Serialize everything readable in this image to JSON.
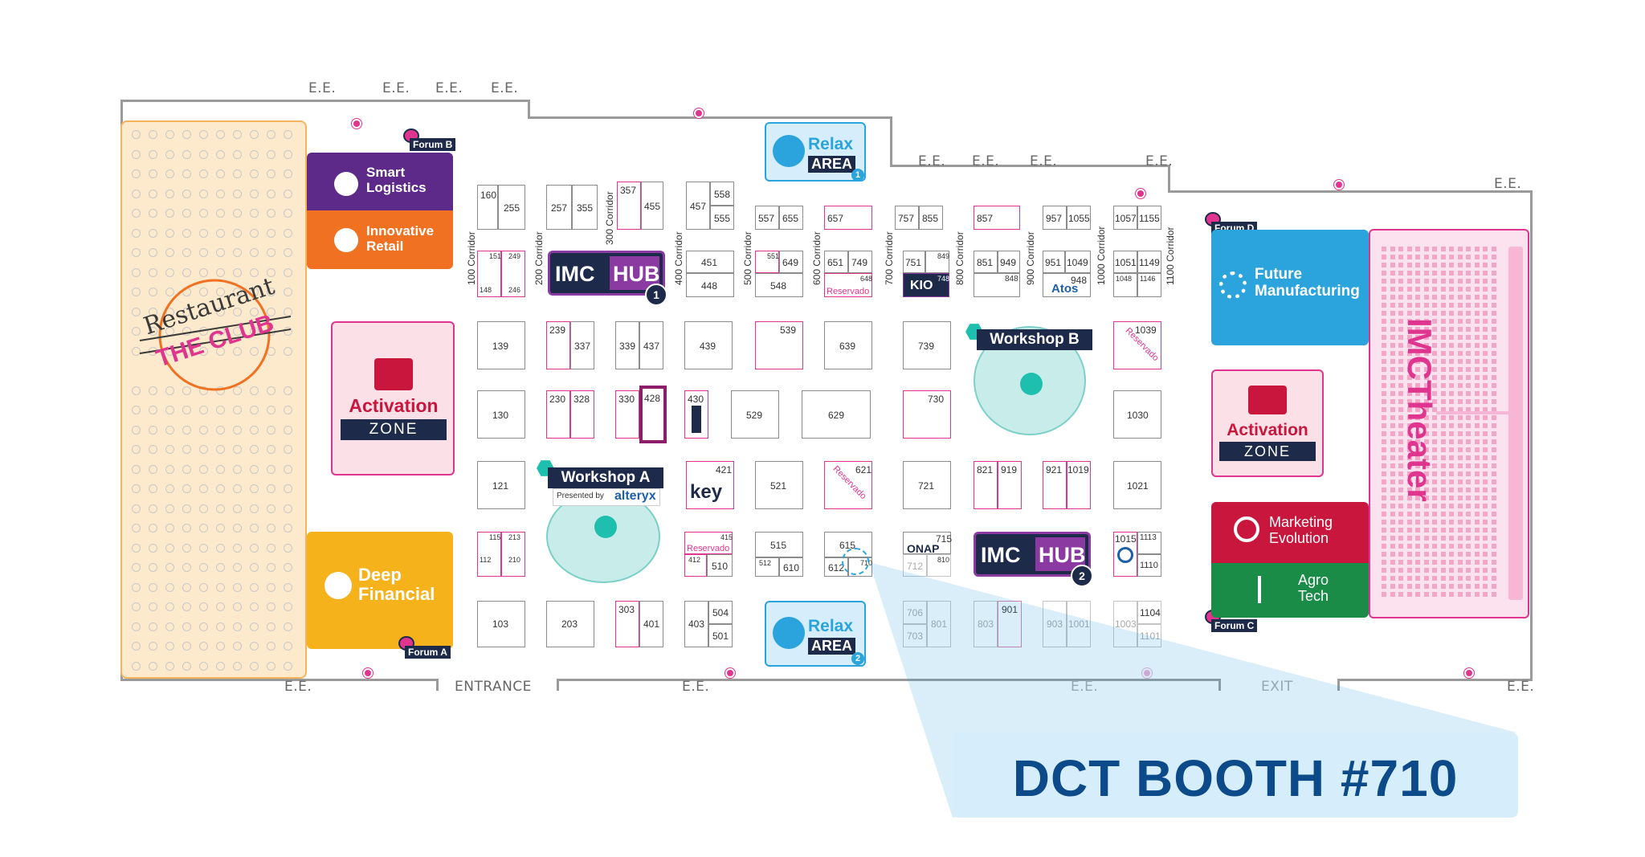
{
  "colors": {
    "pink": "#e0358e",
    "navy": "#1d2a4a",
    "purple": "#5e2a8a",
    "orange": "#f07122",
    "gold": "#f6b21b",
    "blue": "#2ba3dd",
    "crimson": "#c8163c",
    "green": "#1b8c47",
    "teal": "#1fbfb0",
    "restaurantBg": "#fde9cc",
    "calloutBg": "#d6eefb",
    "calloutText": "#0c4a8a"
  },
  "icons": {
    "forum": "forum-icon",
    "hydrant": "fire-hydrant-icon",
    "megaphone": "megaphone-icon",
    "gear": "gear-icon",
    "dollar": "dollar-coin-icon",
    "target": "target-icon",
    "sprout": "sprout-icon",
    "coffee": "coffee-cup-icon",
    "hexagon": "hexagon-icon"
  },
  "map": {
    "emergency_exit": "E.E.",
    "entrance": "ENTRANCE",
    "exit": "EXIT",
    "reserved": "Reservado"
  },
  "restaurant": {
    "line1": "Restaurant",
    "line2": "THE CLUB"
  },
  "zones": {
    "smart_logistics": "Smart Logistics",
    "innovative_retail": "Innovative Retail",
    "activation_1": "Activation",
    "activation_2": "Activation",
    "zone_word": "ZONE",
    "deep_financial": "Deep Financial",
    "future_manufacturing": "Future Manufacturing",
    "marketing_evolution": "Marketing Evolution",
    "agro_tech": "Agro Tech",
    "imc_theater": "IMCTheater"
  },
  "forums": {
    "a": "Forum A",
    "b": "Forum B",
    "c": "Forum C",
    "d": "Forum D"
  },
  "hubs": {
    "imc": "IMC",
    "hub": "HUB",
    "num1": "1",
    "num2": "2"
  },
  "relax": {
    "relax": "Relax",
    "area": "AREA",
    "num1": "1",
    "num2": "2"
  },
  "workshops": {
    "a": "Workshop A",
    "b": "Workshop B",
    "presented_by": "Presented by",
    "sponsor": "alteryx"
  },
  "corridors": [
    "100 Corridor",
    "200 Corridor",
    "300 Corridor",
    "400 Corridor",
    "500 Corridor",
    "600 Corridor",
    "700 Corridor",
    "800 Corridor",
    "900 Corridor",
    "1000 Corridor",
    "1100 Corridor"
  ],
  "logos": {
    "key": "key",
    "onap": "ONAP",
    "atos": "Atos",
    "kio": "KIO",
    "alteryx": "alteryx"
  },
  "callout": {
    "text": "DCT BOOTH #710"
  },
  "booths": [
    {
      "n": "160",
      "s": "pink"
    },
    {
      "n": "255"
    },
    {
      "n": "257"
    },
    {
      "n": "355"
    },
    {
      "n": "357",
      "s": "pink"
    },
    {
      "n": "455"
    },
    {
      "n": "457"
    },
    {
      "n": "558"
    },
    {
      "n": "555"
    },
    {
      "n": "557"
    },
    {
      "n": "655"
    },
    {
      "n": "657"
    },
    {
      "n": "757"
    },
    {
      "n": "855"
    },
    {
      "n": "857"
    },
    {
      "n": "957"
    },
    {
      "n": "1055"
    },
    {
      "n": "1057"
    },
    {
      "n": "1155"
    },
    {
      "n": "151"
    },
    {
      "n": "249"
    },
    {
      "n": "148"
    },
    {
      "n": "246"
    },
    {
      "n": "451"
    },
    {
      "n": "448"
    },
    {
      "n": "551"
    },
    {
      "n": "649"
    },
    {
      "n": "548"
    },
    {
      "n": "651"
    },
    {
      "n": "749"
    },
    {
      "n": "648"
    },
    {
      "n": "751"
    },
    {
      "n": "849"
    },
    {
      "n": "748"
    },
    {
      "n": "851"
    },
    {
      "n": "949"
    },
    {
      "n": "848"
    },
    {
      "n": "951"
    },
    {
      "n": "1049"
    },
    {
      "n": "948"
    },
    {
      "n": "1051"
    },
    {
      "n": "1149"
    },
    {
      "n": "1048"
    },
    {
      "n": "1146"
    },
    {
      "n": "139"
    },
    {
      "n": "239"
    },
    {
      "n": "337"
    },
    {
      "n": "339"
    },
    {
      "n": "437"
    },
    {
      "n": "439"
    },
    {
      "n": "539"
    },
    {
      "n": "639"
    },
    {
      "n": "739"
    },
    {
      "n": "1039"
    },
    {
      "n": "130"
    },
    {
      "n": "230"
    },
    {
      "n": "328"
    },
    {
      "n": "330"
    },
    {
      "n": "428"
    },
    {
      "n": "430"
    },
    {
      "n": "529"
    },
    {
      "n": "629"
    },
    {
      "n": "730"
    },
    {
      "n": "1030"
    },
    {
      "n": "121"
    },
    {
      "n": "421"
    },
    {
      "n": "521"
    },
    {
      "n": "621"
    },
    {
      "n": "721"
    },
    {
      "n": "821"
    },
    {
      "n": "919"
    },
    {
      "n": "921"
    },
    {
      "n": "1019"
    },
    {
      "n": "1021"
    },
    {
      "n": "115"
    },
    {
      "n": "213"
    },
    {
      "n": "112"
    },
    {
      "n": "210"
    },
    {
      "n": "415"
    },
    {
      "n": "412"
    },
    {
      "n": "510"
    },
    {
      "n": "515"
    },
    {
      "n": "512"
    },
    {
      "n": "610"
    },
    {
      "n": "615"
    },
    {
      "n": "612"
    },
    {
      "n": "710"
    },
    {
      "n": "715"
    },
    {
      "n": "712"
    },
    {
      "n": "810"
    },
    {
      "n": "1015"
    },
    {
      "n": "1113"
    },
    {
      "n": "1110"
    },
    {
      "n": "103"
    },
    {
      "n": "203"
    },
    {
      "n": "303"
    },
    {
      "n": "401"
    },
    {
      "n": "403"
    },
    {
      "n": "504"
    },
    {
      "n": "501"
    },
    {
      "n": "706"
    },
    {
      "n": "703"
    },
    {
      "n": "801"
    },
    {
      "n": "803"
    },
    {
      "n": "901"
    },
    {
      "n": "903"
    },
    {
      "n": "1001"
    },
    {
      "n": "1003"
    },
    {
      "n": "1104"
    },
    {
      "n": "1101"
    }
  ]
}
